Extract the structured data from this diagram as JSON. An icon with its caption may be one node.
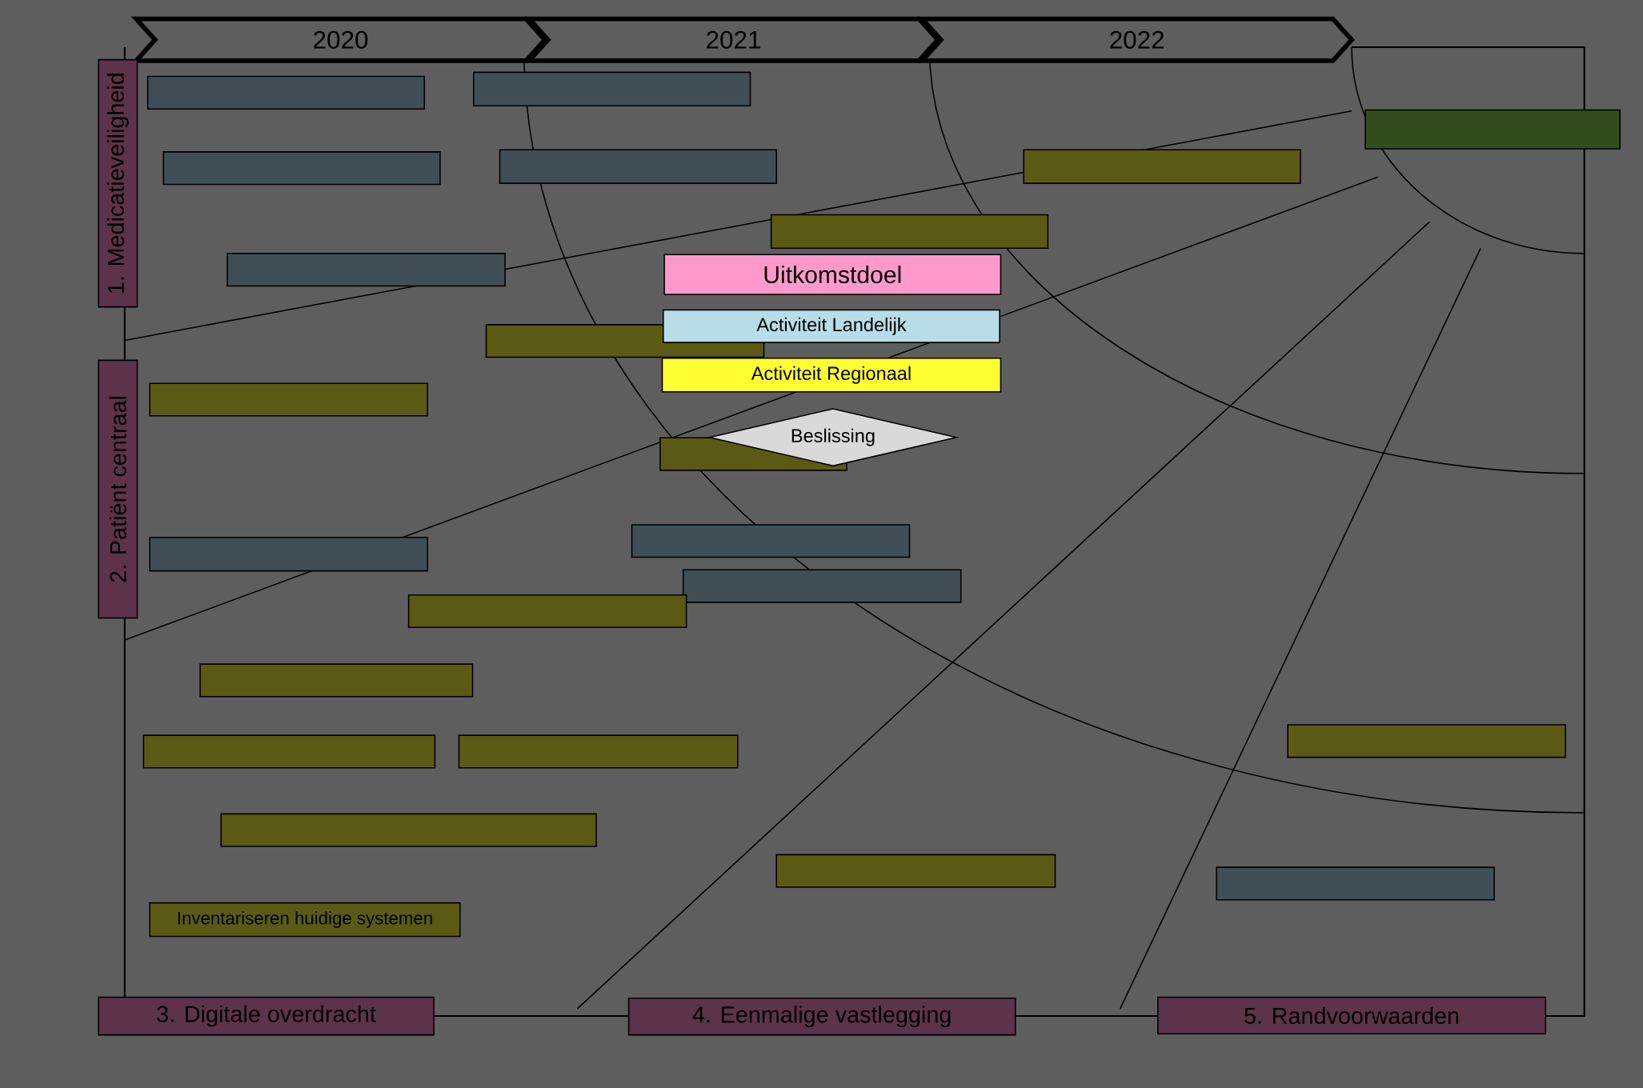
{
  "diagram": {
    "nodes": [
      {
        "text": [
          "2020"
        ]
      },
      {
        "text": [
          "2021"
        ]
      },
      {
        "text": [
          "2022"
        ]
      },
      {
        "text": [
          "1. Medicatieveiligheid"
        ]
      },
      {
        "text": [
          "2. Patiënt centraal"
        ]
      },
      {
        "text": [],
        "shape": "bar"
      },
      {
        "text": [],
        "shape": "bar"
      },
      {
        "text": [],
        "shape": "bar"
      },
      {
        "text": [],
        "shape": "bar"
      },
      {
        "text": [],
        "shape": "bar"
      },
      {
        "text": [],
        "shape": "bar"
      },
      {
        "text": [],
        "shape": "bar"
      },
      {
        "text": [],
        "shape": "bar"
      },
      {
        "text": [
          "Uitkomstdoel"
        ]
      },
      {
        "text": [],
        "shape": "bar"
      },
      {
        "text": [
          "Activiteit Landelijk"
        ]
      },
      {
        "text": [
          "Activiteit Regionaal"
        ]
      },
      {
        "text": [],
        "shape": "bar"
      },
      {
        "text": [],
        "shape": "bar"
      },
      {
        "text": [
          "Beslissing"
        ]
      },
      {
        "text": [],
        "shape": "bar"
      },
      {
        "text": [],
        "shape": "bar"
      },
      {
        "text": [],
        "shape": "bar"
      },
      {
        "text": [],
        "shape": "bar"
      },
      {
        "text": [],
        "shape": "bar"
      },
      {
        "text": [],
        "shape": "bar"
      },
      {
        "text": [],
        "shape": "bar"
      },
      {
        "text": [],
        "shape": "bar"
      },
      {
        "text": [],
        "shape": "bar"
      },
      {
        "text": [],
        "shape": "bar"
      },
      {
        "text": [],
        "shape": "bar"
      },
      {
        "text": [
          "Inventariseren huidige systemen"
        ]
      },
      {
        "text": [
          "3. Digitale overdracht"
        ]
      },
      {
        "text": [
          "4. Eenmalige vastlegging"
        ]
      },
      {
        "text": [
          "5. Randvoorwaarden"
        ]
      }
    ]
  }
}
